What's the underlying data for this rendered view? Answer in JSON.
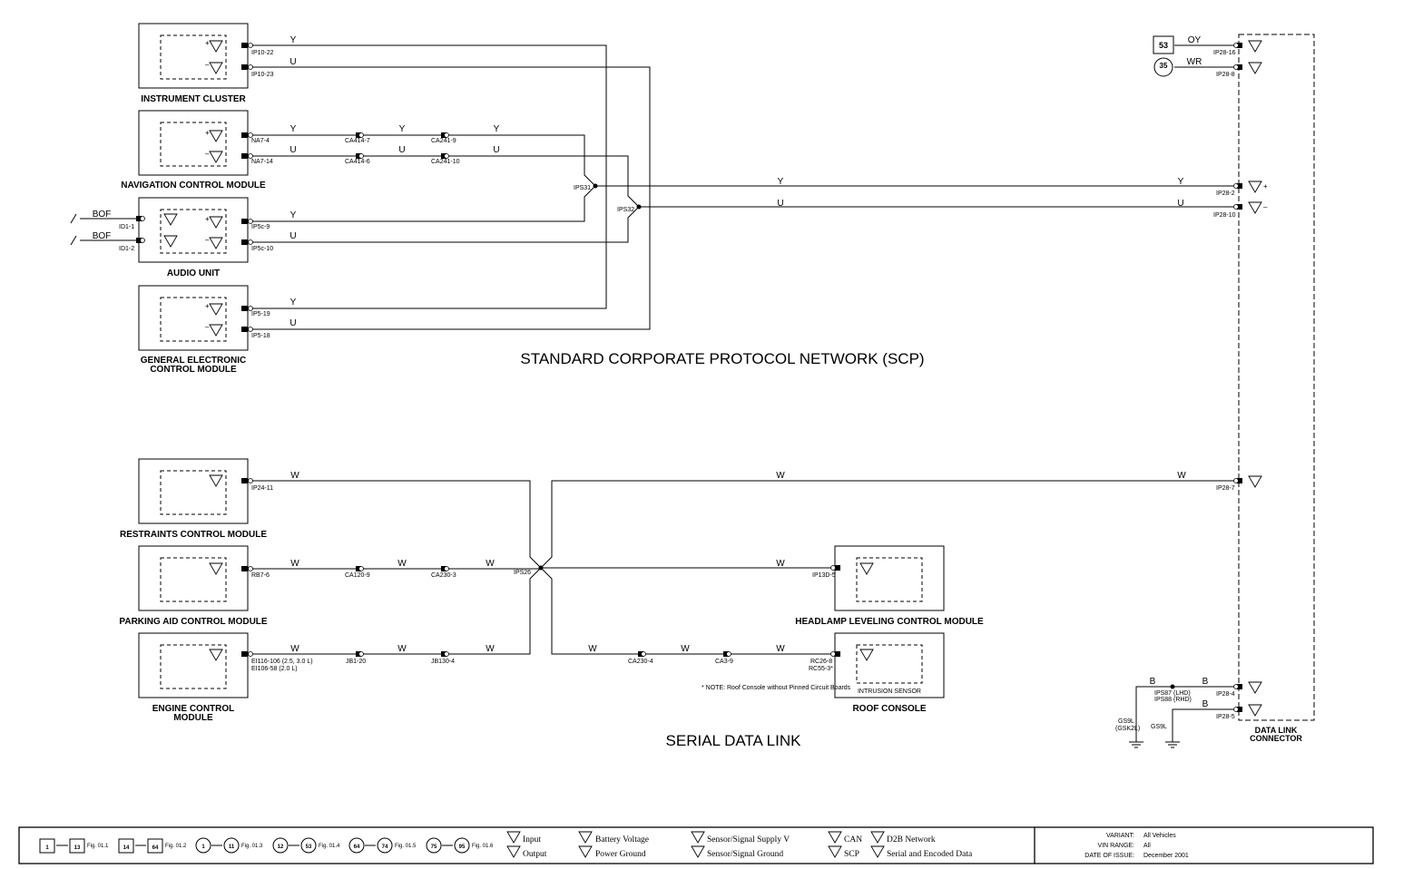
{
  "modules": {
    "instrument_cluster": "INSTRUMENT CLUSTER",
    "navigation": "NAVIGATION CONTROL MODULE",
    "audio": "AUDIO UNIT",
    "gecm_1": "GENERAL ELECTRONIC",
    "gecm_2": "CONTROL MODULE",
    "restraints": "RESTRAINTS CONTROL MODULE",
    "parking": "PARKING AID CONTROL MODULE",
    "ecm_1": "ENGINE CONTROL",
    "ecm_2": "MODULE",
    "headlamp": "HEADLAMP LEVELING CONTROL MODULE",
    "roof": "ROOF CONSOLE",
    "intrusion": "INTRUSION SENSOR",
    "dlc_1": "DATA LINK",
    "dlc_2": "CONNECTOR"
  },
  "titles": {
    "scp": "STANDARD CORPORATE PROTOCOL NETWORK (SCP)",
    "sdl": "SERIAL DATA LINK"
  },
  "pins": {
    "ic_plus": "IP10-22",
    "ic_minus": "IP10-23",
    "nav_plus": "NA7-4",
    "nav_minus": "NA7-14",
    "ca414_7": "CA414-7",
    "ca414_6": "CA414-6",
    "ca241_9": "CA241-9",
    "ca241_10": "CA241-10",
    "au_plus": "IP5c-9",
    "au_minus": "IP5c-10",
    "id1_1": "ID1-1",
    "id1_2": "ID1-2",
    "ge_plus": "IP5-19",
    "ge_minus": "IP5-18",
    "ips31": "IPS31",
    "ips32": "IPS32",
    "dlc_2": "IP28-2",
    "dlc_10": "IP28-10",
    "dlc_16": "IP28-16",
    "dlc_8": "IP28-8",
    "rcm": "IP24-11",
    "dlc_7": "IP28-7",
    "pa": "RB7-6",
    "ca120": "CA120-9",
    "ca230_3": "CA230-3",
    "ips26": "IPS26",
    "hl": "IP13D-5",
    "ecm_1": "EI116-106 (2.5, 3.0 L)",
    "ecm_2": "EI106-58 (2.0 L)",
    "jb1": "JB1-20",
    "jb130": "JB130-4",
    "ca230_4": "CA230-4",
    "ca3": "CA3-9",
    "rc_1": "RC26-8",
    "rc_2": "RC55-3*",
    "ips87_1": "IPS87 (LHD)",
    "ips87_2": "IPS88 (RHD)",
    "dlc_4": "IP28-4",
    "dlc_5": "IP28-5",
    "g5": "GS9L",
    "g5b": "(GSK2L)",
    "g6": "GS9L"
  },
  "wires": {
    "y": "Y",
    "u": "U",
    "w": "W",
    "b": "B",
    "bof": "BOF",
    "oy": "OY",
    "wr": "WR"
  },
  "note": "* NOTE: Roof Console without Pinned Circuit Boards",
  "battery_box": "53",
  "battery_circle": "35",
  "legend": {
    "r1a": "1",
    "r1b": "13",
    "r1c": "Fig. 01.1",
    "r2a": "14",
    "r2b": "64",
    "r2c": "Fig. 01.2",
    "r3a": "1",
    "r3b": "11",
    "r3c": "Fig. 01.3",
    "r4a": "12",
    "r4b": "53",
    "r4c": "Fig. 01.4",
    "r5a": "64",
    "r5b": "74",
    "r5c": "Fig. 01.5",
    "r6a": "75",
    "r6b": "95",
    "r6c": "Fig. 01.6",
    "input": "Input",
    "output": "Output",
    "batt": "Battery Voltage",
    "pgnd": "Power Ground",
    "ssv": "Sensor/Signal Supply V",
    "ssg": "Sensor/Signal Ground",
    "can": "CAN",
    "scp": "SCP",
    "d2b": "D2B Network",
    "serial": "Serial and Encoded Data"
  },
  "info": {
    "k1": "VARIANT:",
    "v1": "All Vehicles",
    "k2": "VIN RANGE:",
    "v2": "All",
    "k3": "DATE OF ISSUE:",
    "v3": "December 2001"
  }
}
